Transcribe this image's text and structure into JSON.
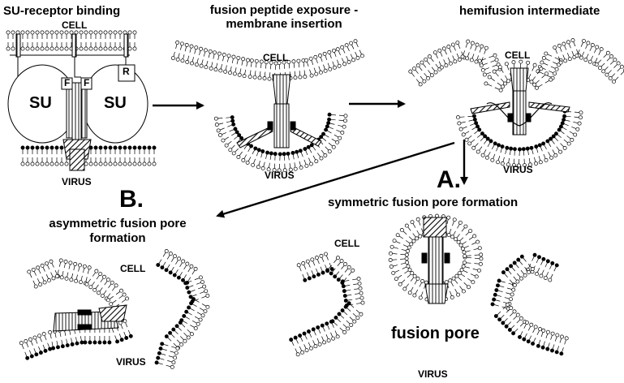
{
  "panels": {
    "su_binding": {
      "title": "SU-receptor binding",
      "cell": "CELL",
      "virus": "VIRUS",
      "su_left": "SU",
      "su_right": "SU",
      "f1": "F",
      "f2": "F",
      "r": "R"
    },
    "fusion_peptide": {
      "title_line1": "fusion peptide exposure -",
      "title_line2": "membrane insertion",
      "cell": "CELL",
      "virus": "VIRUS"
    },
    "hemifusion": {
      "title": "hemifusion intermediate",
      "cell": "CELL",
      "virus": "VIRUS"
    },
    "asymmetric": {
      "letter": "B.",
      "title_line1": "asymmetric fusion pore",
      "title_line2": "formation",
      "cell": "CELL",
      "virus": "VIRUS"
    },
    "symmetric": {
      "letter": "A.",
      "title": "symmetric fusion pore formation",
      "cell": "CELL",
      "virus": "VIRUS",
      "pore": "fusion pore"
    }
  },
  "colors": {
    "ink": "#000000",
    "paper": "#ffffff"
  }
}
